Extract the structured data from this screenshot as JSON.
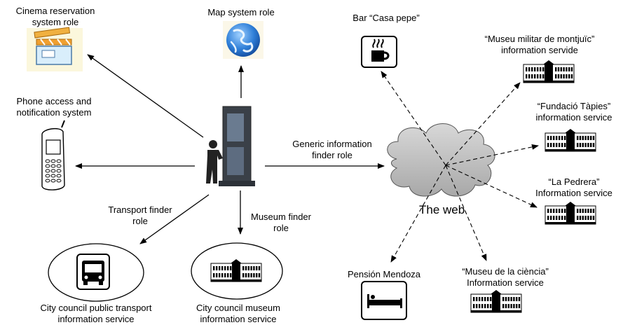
{
  "labels": {
    "cinema": [
      "Cinema reservation",
      "system role"
    ],
    "map": [
      "Map system role"
    ],
    "phone": [
      "Phone access and",
      "notification system"
    ],
    "generic": [
      "Generic information",
      "finder role"
    ],
    "transport_role": [
      "Transport finder",
      "role"
    ],
    "museum_role": [
      "Museum finder",
      "role"
    ],
    "transport_service": [
      "City council public transport",
      "information service"
    ],
    "museum_service": [
      "City council museum",
      "information service"
    ],
    "web": "The web",
    "bar": [
      "Bar “Casa pepe”"
    ],
    "militar": [
      "“Museu militar de montjuïc”",
      "information servide"
    ],
    "tapies": [
      "“Fundació Tàpies”",
      "information service"
    ],
    "pedrera": [
      "“La Pedrera”",
      "Information service"
    ],
    "ciencia": [
      "“Museu de la ciència”",
      "Information service"
    ],
    "pension": [
      "Pensión Mendoza"
    ]
  }
}
